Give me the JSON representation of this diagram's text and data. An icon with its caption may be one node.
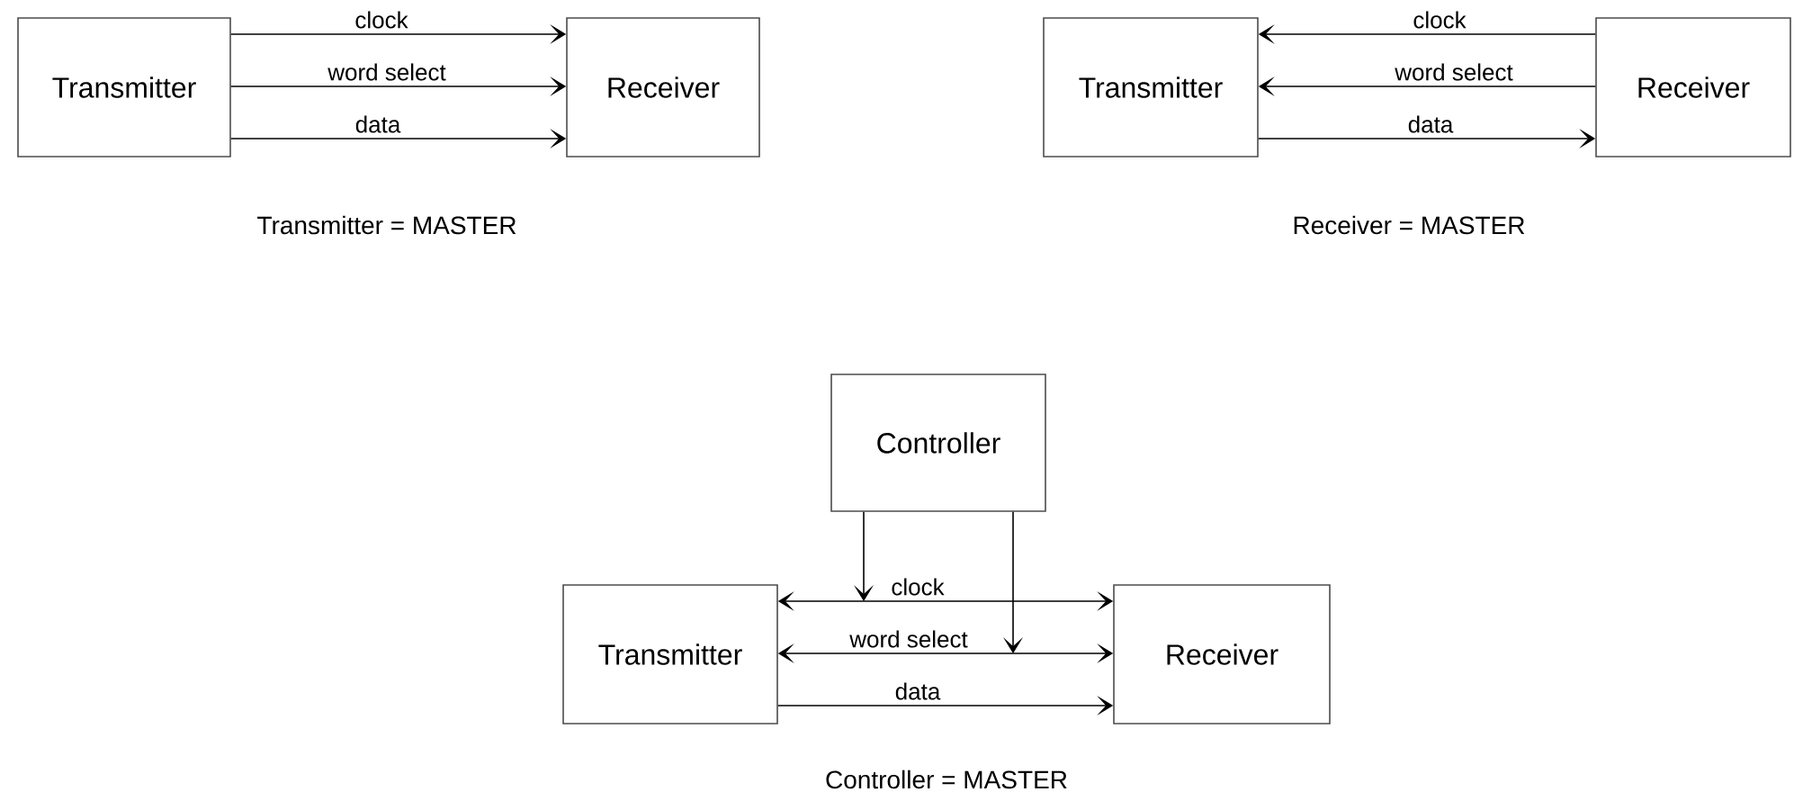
{
  "diagram": {
    "nodes": [
      {
        "text": [
          "Transmitter"
        ]
      },
      {
        "text": [
          "Receiver"
        ]
      },
      {
        "text": [
          "Transmitter"
        ]
      },
      {
        "text": [
          "Receiver"
        ]
      },
      {
        "text": [
          "Controller"
        ]
      },
      {
        "text": [
          "Transmitter"
        ]
      },
      {
        "text": [
          "Receiver"
        ]
      }
    ],
    "edges": [
      {
        "from": 0,
        "to": 1,
        "arrow": "to",
        "label": "clock"
      },
      {
        "from": 0,
        "to": 1,
        "arrow": "to",
        "label": "word select"
      },
      {
        "from": 0,
        "to": 1,
        "arrow": "to",
        "label": "data"
      },
      {
        "from": 3,
        "to": 2,
        "arrow": "to",
        "label": "clock"
      },
      {
        "from": 3,
        "to": 2,
        "arrow": "to",
        "label": "word select"
      },
      {
        "from": 2,
        "to": 3,
        "arrow": "to",
        "label": "data"
      },
      {
        "from": 5,
        "to": 6,
        "arrow": "both",
        "label": "clock"
      },
      {
        "from": 5,
        "to": 6,
        "arrow": "both",
        "label": "word select"
      },
      {
        "from": 5,
        "to": 6,
        "arrow": "to",
        "label": "data"
      },
      {
        "from": 4,
        "to": null,
        "arrow": "to"
      },
      {
        "from": 4,
        "to": null,
        "arrow": "to"
      }
    ],
    "labels": [
      "Transmitter = MASTER",
      "Receiver = MASTER",
      "Controller = MASTER"
    ]
  }
}
